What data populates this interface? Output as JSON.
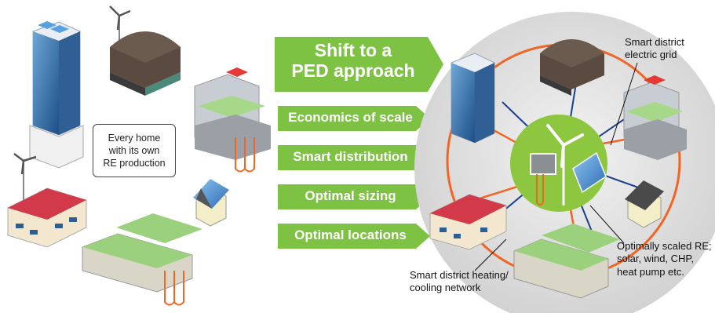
{
  "home_note": {
    "line1": "Every home",
    "line2": "with its own",
    "line3": "RE production"
  },
  "steps": [
    {
      "line1": "Shift to a",
      "line2": "PED approach"
    },
    {
      "label": "Economics of scale"
    },
    {
      "label": "Smart distribution"
    },
    {
      "label": "Optimal sizing"
    },
    {
      "label": "Optimal locations"
    }
  ],
  "annotations": {
    "grid": {
      "line1": "Smart district",
      "line2": "electric grid"
    },
    "re": {
      "line1": "Optimally scaled RE;",
      "line2": "solar, wind, CHP,",
      "line3": "heat pump etc."
    },
    "heating": {
      "line1": "Smart district heating/",
      "line2": "cooling network"
    }
  },
  "colors": {
    "arrow_green": "#7dc242",
    "hub_green": "#8dc63f",
    "heat_orange": "#f26522",
    "grid_blue": "#1b3f8f",
    "circle_gray": "#d9d9d9"
  }
}
